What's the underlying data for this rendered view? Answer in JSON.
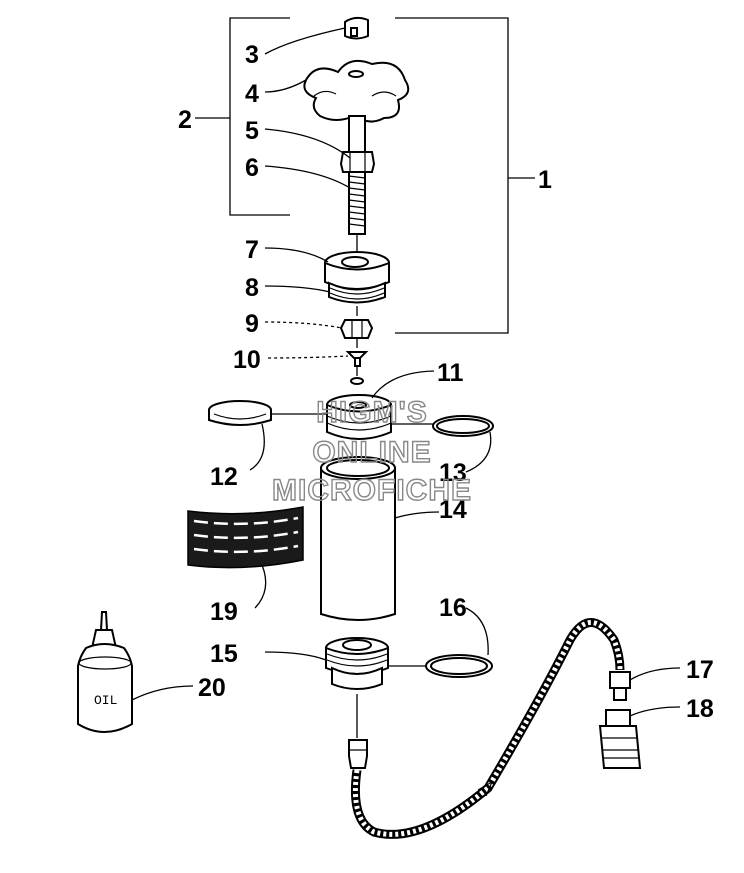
{
  "callouts": [
    {
      "id": "1",
      "label": "1"
    },
    {
      "id": "2",
      "label": "2"
    },
    {
      "id": "3",
      "label": "3"
    },
    {
      "id": "4",
      "label": "4"
    },
    {
      "id": "5",
      "label": "5"
    },
    {
      "id": "6",
      "label": "6"
    },
    {
      "id": "7",
      "label": "7"
    },
    {
      "id": "8",
      "label": "8"
    },
    {
      "id": "9",
      "label": "9"
    },
    {
      "id": "10",
      "label": "10"
    },
    {
      "id": "11",
      "label": "11"
    },
    {
      "id": "12",
      "label": "12"
    },
    {
      "id": "13",
      "label": "13"
    },
    {
      "id": "14",
      "label": "14"
    },
    {
      "id": "15",
      "label": "15"
    },
    {
      "id": "16",
      "label": "16"
    },
    {
      "id": "17",
      "label": "17"
    },
    {
      "id": "18",
      "label": "18"
    },
    {
      "id": "19",
      "label": "19"
    },
    {
      "id": "20",
      "label": "20"
    }
  ],
  "oil_bottle_label": "OIL",
  "watermark": [
    "HIGM'S",
    "ONLINE",
    "MICROFICHE"
  ]
}
